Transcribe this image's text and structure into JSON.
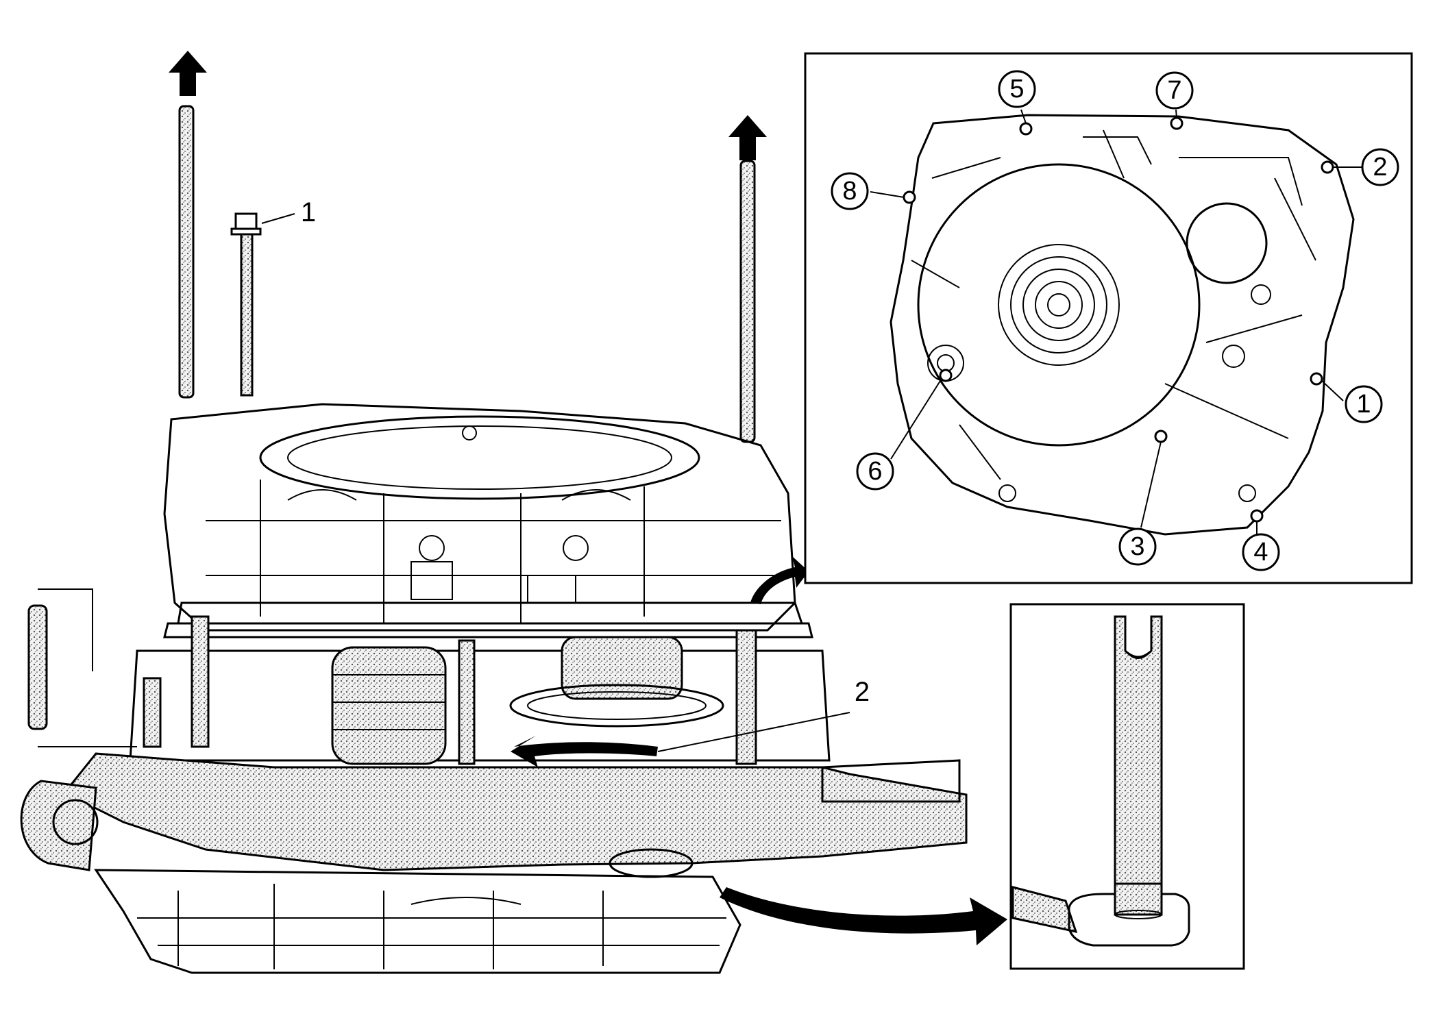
{
  "main_view": {
    "callouts": [
      "1",
      "2"
    ]
  },
  "inset_case": {
    "callouts": [
      "1",
      "2",
      "3",
      "4",
      "5",
      "6",
      "7",
      "8"
    ]
  },
  "inset_detail": {
    "callouts": []
  }
}
